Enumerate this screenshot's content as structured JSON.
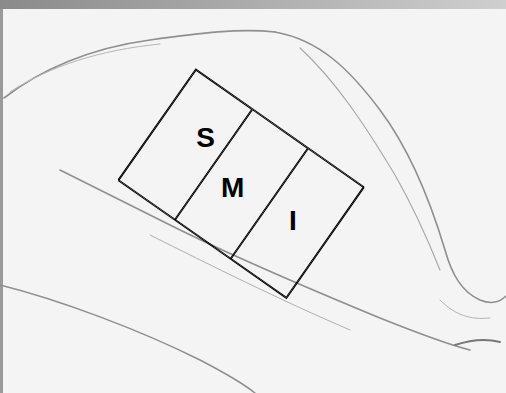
{
  "diagram": {
    "nodes": [
      {
        "text": [
          "S"
        ]
      },
      {
        "text": [
          "M"
        ]
      },
      {
        "text": [
          "I"
        ]
      }
    ]
  }
}
